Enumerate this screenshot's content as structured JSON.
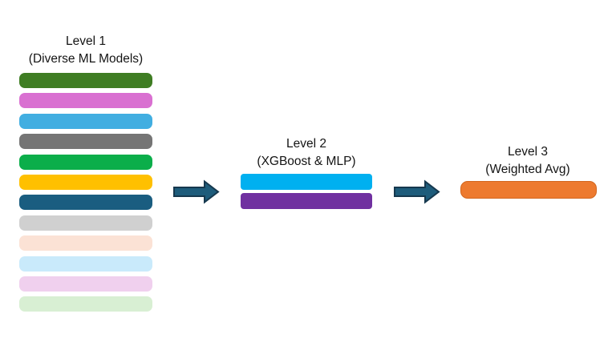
{
  "diagram": {
    "background": "#FFFFFF",
    "text_color": "#141414",
    "levels": [
      {
        "title_line1": "Level 1",
        "title_line2": "(Diverse ML Models)",
        "bars": [
          {
            "color": "#3F7D23"
          },
          {
            "color": "#D970D1"
          },
          {
            "color": "#41AEE1"
          },
          {
            "color": "#757575"
          },
          {
            "color": "#0BAE4A"
          },
          {
            "color": "#FFC000"
          },
          {
            "color": "#1A5D80"
          },
          {
            "color": "#D0D0D0"
          },
          {
            "color": "#FBE2D5"
          },
          {
            "color": "#C9EAFB"
          },
          {
            "color": "#F0D0EE"
          },
          {
            "color": "#D8EFD3"
          }
        ]
      },
      {
        "title_line1": "Level 2",
        "title_line2": "(XGBoost & MLP)",
        "bars": [
          {
            "color": "#00B0F0"
          },
          {
            "color": "#7030A0"
          }
        ]
      },
      {
        "title_line1": "Level 3",
        "title_line2": "(Weighted Avg)",
        "bars": [
          {
            "color": "#ED7A2F",
            "border": "#D2661E"
          }
        ]
      }
    ],
    "arrows": {
      "fill": "#1E5C7B",
      "stroke": "#16384E"
    }
  }
}
